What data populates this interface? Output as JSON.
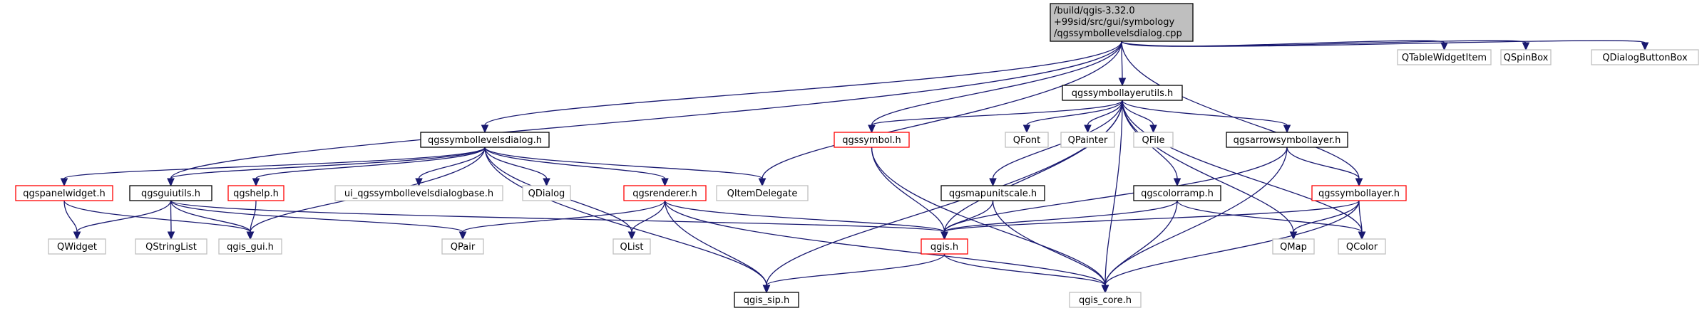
{
  "colors": {
    "edge": "#191970",
    "root_fill": "#bfbfbf",
    "root_stroke": "#000000",
    "normal_stroke": "#000000",
    "linked_stroke": "#ff0000",
    "external_stroke": "#bfbfbf",
    "node_fill": "#ffffff"
  },
  "nodes": {
    "root": {
      "lines": [
        "/build/qgis-3.32.0",
        "+99sid/src/gui/symbology",
        "/qgssymbollevelsdialog.cpp"
      ],
      "kind": "root"
    },
    "dialog_h": {
      "lines": [
        "qgssymbollevelsdialog.h"
      ],
      "kind": "normal"
    },
    "layerutils_h": {
      "lines": [
        "qgssymbollayerutils.h"
      ],
      "kind": "normal"
    },
    "QTableWidgetItem": {
      "lines": [
        "QTableWidgetItem"
      ],
      "kind": "external"
    },
    "QSpinBox": {
      "lines": [
        "QSpinBox"
      ],
      "kind": "external"
    },
    "QDialogButtonBox": {
      "lines": [
        "QDialogButtonBox"
      ],
      "kind": "external"
    },
    "panelwidget_h": {
      "lines": [
        "qgspanelwidget.h"
      ],
      "kind": "linked"
    },
    "guiutils_h": {
      "lines": [
        "qgsguiutils.h"
      ],
      "kind": "normal"
    },
    "help_h": {
      "lines": [
        "qgshelp.h"
      ],
      "kind": "linked"
    },
    "ui_base_h": {
      "lines": [
        "ui_qgssymbollevelsdialogbase.h"
      ],
      "kind": "external"
    },
    "QDialog": {
      "lines": [
        "QDialog"
      ],
      "kind": "external"
    },
    "renderer_h": {
      "lines": [
        "qgsrenderer.h"
      ],
      "kind": "linked"
    },
    "QItemDelegate": {
      "lines": [
        "QItemDelegate"
      ],
      "kind": "external"
    },
    "symbol_h": {
      "lines": [
        "qgssymbol.h"
      ],
      "kind": "linked"
    },
    "QFont": {
      "lines": [
        "QFont"
      ],
      "kind": "external"
    },
    "QPainter": {
      "lines": [
        "QPainter"
      ],
      "kind": "external"
    },
    "QFile": {
      "lines": [
        "QFile"
      ],
      "kind": "external"
    },
    "arrow_h": {
      "lines": [
        "qgsarrowsymbollayer.h"
      ],
      "kind": "normal"
    },
    "mapunitscale_h": {
      "lines": [
        "qgsmapunitscale.h"
      ],
      "kind": "normal"
    },
    "colorramp_h": {
      "lines": [
        "qgscolorramp.h"
      ],
      "kind": "normal"
    },
    "symbollayer_h": {
      "lines": [
        "qgssymbollayer.h"
      ],
      "kind": "linked"
    },
    "QWidget": {
      "lines": [
        "QWidget"
      ],
      "kind": "external"
    },
    "QStringList": {
      "lines": [
        "QStringList"
      ],
      "kind": "external"
    },
    "qgis_gui_h": {
      "lines": [
        "qgis_gui.h"
      ],
      "kind": "external"
    },
    "QPair": {
      "lines": [
        "QPair"
      ],
      "kind": "external"
    },
    "QList": {
      "lines": [
        "QList"
      ],
      "kind": "external"
    },
    "qgis_h": {
      "lines": [
        "qgis.h"
      ],
      "kind": "linked"
    },
    "QMap": {
      "lines": [
        "QMap"
      ],
      "kind": "external"
    },
    "QColor": {
      "lines": [
        "QColor"
      ],
      "kind": "external"
    },
    "qgis_sip_h": {
      "lines": [
        "qgis_sip.h"
      ],
      "kind": "normal"
    },
    "qgis_core_h": {
      "lines": [
        "qgis_core.h"
      ],
      "kind": "external"
    }
  },
  "edges": [
    [
      "root",
      "dialog_h"
    ],
    [
      "root",
      "layerutils_h"
    ],
    [
      "root",
      "QTableWidgetItem"
    ],
    [
      "root",
      "QSpinBox"
    ],
    [
      "root",
      "QDialogButtonBox"
    ],
    [
      "root",
      "guiutils_h"
    ],
    [
      "root",
      "QItemDelegate"
    ],
    [
      "root",
      "symbol_h"
    ],
    [
      "root",
      "symbollayer_h"
    ],
    [
      "dialog_h",
      "panelwidget_h"
    ],
    [
      "dialog_h",
      "guiutils_h"
    ],
    [
      "dialog_h",
      "help_h"
    ],
    [
      "dialog_h",
      "ui_base_h"
    ],
    [
      "dialog_h",
      "QDialog"
    ],
    [
      "dialog_h",
      "renderer_h"
    ],
    [
      "dialog_h",
      "QItemDelegate"
    ],
    [
      "dialog_h",
      "qgis_gui_h"
    ],
    [
      "dialog_h",
      "QList"
    ],
    [
      "dialog_h",
      "qgis_sip_h"
    ],
    [
      "layerutils_h",
      "symbol_h"
    ],
    [
      "layerutils_h",
      "QFont"
    ],
    [
      "layerutils_h",
      "QPainter"
    ],
    [
      "layerutils_h",
      "QFile"
    ],
    [
      "layerutils_h",
      "arrow_h"
    ],
    [
      "layerutils_h",
      "mapunitscale_h"
    ],
    [
      "layerutils_h",
      "colorramp_h"
    ],
    [
      "layerutils_h",
      "qgis_h"
    ],
    [
      "layerutils_h",
      "QMap"
    ],
    [
      "layerutils_h",
      "QColor"
    ],
    [
      "layerutils_h",
      "qgis_sip_h"
    ],
    [
      "layerutils_h",
      "qgis_core_h"
    ],
    [
      "panelwidget_h",
      "QWidget"
    ],
    [
      "panelwidget_h",
      "qgis_gui_h"
    ],
    [
      "guiutils_h",
      "QWidget"
    ],
    [
      "guiutils_h",
      "QStringList"
    ],
    [
      "guiutils_h",
      "qgis_gui_h"
    ],
    [
      "guiutils_h",
      "QPair"
    ],
    [
      "guiutils_h",
      "qgis_h"
    ],
    [
      "help_h",
      "qgis_gui_h"
    ],
    [
      "renderer_h",
      "QPair"
    ],
    [
      "renderer_h",
      "QList"
    ],
    [
      "renderer_h",
      "qgis_h"
    ],
    [
      "renderer_h",
      "qgis_sip_h"
    ],
    [
      "renderer_h",
      "qgis_core_h"
    ],
    [
      "symbol_h",
      "qgis_h"
    ],
    [
      "symbol_h",
      "qgis_core_h"
    ],
    [
      "arrow_h",
      "symbollayer_h"
    ],
    [
      "arrow_h",
      "qgis_h"
    ],
    [
      "arrow_h",
      "qgis_core_h"
    ],
    [
      "mapunitscale_h",
      "qgis_h"
    ],
    [
      "mapunitscale_h",
      "qgis_core_h"
    ],
    [
      "colorramp_h",
      "qgis_h"
    ],
    [
      "colorramp_h",
      "qgis_core_h"
    ],
    [
      "colorramp_h",
      "QColor"
    ],
    [
      "symbollayer_h",
      "qgis_h"
    ],
    [
      "symbollayer_h",
      "QMap"
    ],
    [
      "symbollayer_h",
      "QColor"
    ],
    [
      "symbollayer_h",
      "qgis_core_h"
    ],
    [
      "qgis_h",
      "qgis_sip_h"
    ],
    [
      "qgis_h",
      "qgis_core_h"
    ]
  ]
}
